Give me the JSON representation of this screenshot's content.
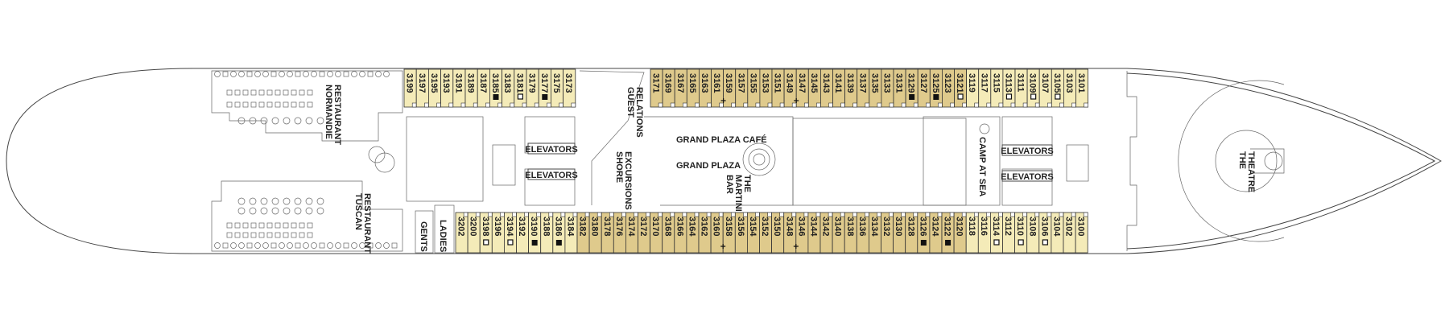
{
  "colors": {
    "cabin_light": "#f4ebb8",
    "cabin_dark": "#dfca8c",
    "line": "#333333"
  },
  "labels": {
    "normandie": [
      "NORMANDIE",
      "RESTAURANT"
    ],
    "tuscan": [
      "TUSCAN",
      "RESTAURANT"
    ],
    "guest_relations": [
      "GUEST",
      "RELATIONS"
    ],
    "shore_excursions": [
      "SHORE",
      "EXCURSIONS"
    ],
    "grand_plaza_cafe": "GRAND PLAZA CAFÉ",
    "grand_plaza": "GRAND PLAZA",
    "martini_bar": [
      "THE",
      "MARTINI",
      "BAR"
    ],
    "camp_at_sea": "CAMP AT SEA",
    "elevators": "ELEVATORS",
    "gents": "GENTS",
    "ladies": "LADIES",
    "theatre": [
      "THE",
      "THEATRE"
    ]
  },
  "cabins": {
    "top_aft": [
      {
        "n": "3199",
        "shade": "light"
      },
      {
        "n": "3197",
        "shade": "light"
      },
      {
        "n": "3195",
        "shade": "light"
      },
      {
        "n": "3193",
        "shade": "light"
      },
      {
        "n": "3191",
        "shade": "light"
      },
      {
        "n": "3189",
        "shade": "light"
      },
      {
        "n": "3187",
        "shade": "light"
      },
      {
        "n": "3185",
        "shade": "light",
        "marker": "filled-square"
      },
      {
        "n": "3183",
        "shade": "light"
      },
      {
        "n": "3181",
        "shade": "light",
        "marker": "hollow-square"
      },
      {
        "n": "3179",
        "shade": "light"
      },
      {
        "n": "3177",
        "shade": "light",
        "marker": "filled-square"
      },
      {
        "n": "3175",
        "shade": "light"
      },
      {
        "n": "3173",
        "shade": "light"
      }
    ],
    "top_fwd": [
      {
        "n": "3171",
        "shade": "dark"
      },
      {
        "n": "3169",
        "shade": "dark"
      },
      {
        "n": "3167",
        "shade": "dark"
      },
      {
        "n": "3165",
        "shade": "dark"
      },
      {
        "n": "3163",
        "shade": "dark"
      },
      {
        "n": "3161",
        "shade": "dark"
      },
      {
        "n": "3159",
        "shade": "dark",
        "marker": "tick"
      },
      {
        "n": "3157",
        "shade": "dark"
      },
      {
        "n": "3155",
        "shade": "dark"
      },
      {
        "n": "3153",
        "shade": "dark"
      },
      {
        "n": "3151",
        "shade": "dark"
      },
      {
        "n": "3149",
        "shade": "dark"
      },
      {
        "n": "3147",
        "shade": "dark",
        "marker": "tick"
      },
      {
        "n": "3145",
        "shade": "dark"
      },
      {
        "n": "3143",
        "shade": "dark"
      },
      {
        "n": "3141",
        "shade": "dark"
      },
      {
        "n": "3139",
        "shade": "dark"
      },
      {
        "n": "3137",
        "shade": "dark"
      },
      {
        "n": "3135",
        "shade": "dark"
      },
      {
        "n": "3133",
        "shade": "dark"
      },
      {
        "n": "3131",
        "shade": "dark"
      },
      {
        "n": "3129",
        "shade": "dark",
        "marker": "filled-square"
      },
      {
        "n": "3127",
        "shade": "dark"
      },
      {
        "n": "3125",
        "shade": "dark",
        "marker": "filled-square"
      },
      {
        "n": "3123",
        "shade": "dark"
      },
      {
        "n": "3121",
        "shade": "dark",
        "marker": "hollow-square"
      },
      {
        "n": "3119",
        "shade": "light"
      },
      {
        "n": "3117",
        "shade": "light"
      },
      {
        "n": "3115",
        "shade": "light"
      },
      {
        "n": "3113",
        "shade": "light",
        "marker": "hollow-square"
      },
      {
        "n": "3111",
        "shade": "light"
      },
      {
        "n": "3109",
        "shade": "light",
        "marker": "hollow-square"
      },
      {
        "n": "3107",
        "shade": "light"
      },
      {
        "n": "3105",
        "shade": "light",
        "marker": "hollow-square"
      },
      {
        "n": "3103",
        "shade": "light"
      },
      {
        "n": "3101",
        "shade": "light"
      }
    ],
    "bottom": [
      {
        "n": "3202",
        "shade": "light"
      },
      {
        "n": "3200",
        "shade": "light"
      },
      {
        "n": "3198",
        "shade": "light",
        "marker": "hollow-square"
      },
      {
        "n": "3196",
        "shade": "light"
      },
      {
        "n": "3194",
        "shade": "light",
        "marker": "hollow-square"
      },
      {
        "n": "3192",
        "shade": "light"
      },
      {
        "n": "3190",
        "shade": "light",
        "marker": "filled-square"
      },
      {
        "n": "3188",
        "shade": "light"
      },
      {
        "n": "3186",
        "shade": "light",
        "marker": "filled-square"
      },
      {
        "n": "3184",
        "shade": "light"
      },
      {
        "n": "3182",
        "shade": "dark"
      },
      {
        "n": "3180",
        "shade": "dark"
      },
      {
        "n": "3178",
        "shade": "dark"
      },
      {
        "n": "3176",
        "shade": "dark"
      },
      {
        "n": "3174",
        "shade": "dark"
      },
      {
        "n": "3172",
        "shade": "dark"
      },
      {
        "n": "3170",
        "shade": "dark"
      },
      {
        "n": "3168",
        "shade": "dark"
      },
      {
        "n": "3166",
        "shade": "dark"
      },
      {
        "n": "3164",
        "shade": "dark"
      },
      {
        "n": "3162",
        "shade": "dark"
      },
      {
        "n": "3160",
        "shade": "dark"
      },
      {
        "n": "3158",
        "shade": "dark",
        "marker": "tick"
      },
      {
        "n": "3156",
        "shade": "dark"
      },
      {
        "n": "3154",
        "shade": "dark"
      },
      {
        "n": "3152",
        "shade": "dark"
      },
      {
        "n": "3150",
        "shade": "dark"
      },
      {
        "n": "3148",
        "shade": "dark"
      },
      {
        "n": "3146",
        "shade": "dark",
        "marker": "tick"
      },
      {
        "n": "3144",
        "shade": "dark"
      },
      {
        "n": "3142",
        "shade": "dark"
      },
      {
        "n": "3140",
        "shade": "dark"
      },
      {
        "n": "3138",
        "shade": "dark"
      },
      {
        "n": "3136",
        "shade": "dark"
      },
      {
        "n": "3134",
        "shade": "dark"
      },
      {
        "n": "3132",
        "shade": "dark"
      },
      {
        "n": "3130",
        "shade": "dark"
      },
      {
        "n": "3128",
        "shade": "dark"
      },
      {
        "n": "3126",
        "shade": "dark",
        "marker": "filled-square"
      },
      {
        "n": "3124",
        "shade": "dark"
      },
      {
        "n": "3122",
        "shade": "dark",
        "marker": "filled-square"
      },
      {
        "n": "3120",
        "shade": "dark"
      },
      {
        "n": "3118",
        "shade": "light"
      },
      {
        "n": "3116",
        "shade": "light"
      },
      {
        "n": "3114",
        "shade": "light",
        "marker": "hollow-square"
      },
      {
        "n": "3112",
        "shade": "light"
      },
      {
        "n": "3110",
        "shade": "light",
        "marker": "hollow-square"
      },
      {
        "n": "3108",
        "shade": "light"
      },
      {
        "n": "3106",
        "shade": "light",
        "marker": "hollow-square"
      },
      {
        "n": "3104",
        "shade": "light"
      },
      {
        "n": "3102",
        "shade": "light"
      },
      {
        "n": "3100",
        "shade": "light"
      }
    ]
  }
}
